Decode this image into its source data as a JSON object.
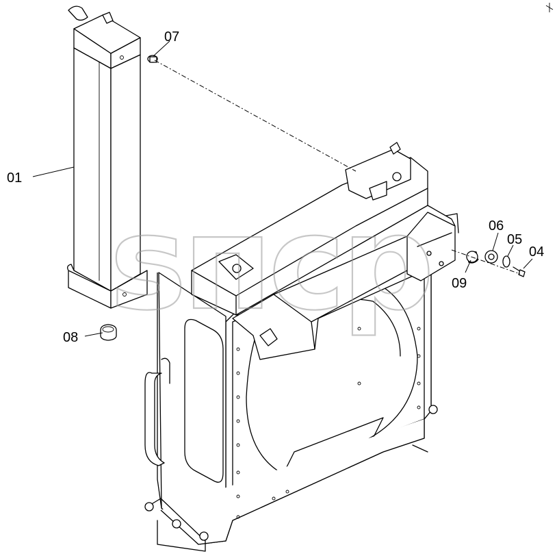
{
  "diagram": {
    "part_labels": [
      "01",
      "04",
      "05",
      "06",
      "07",
      "08",
      "09"
    ],
    "watermark_text": "ѕпср",
    "colors": {
      "line": "#000000",
      "background": "#ffffff",
      "watermark": "#9a9a9a"
    }
  }
}
